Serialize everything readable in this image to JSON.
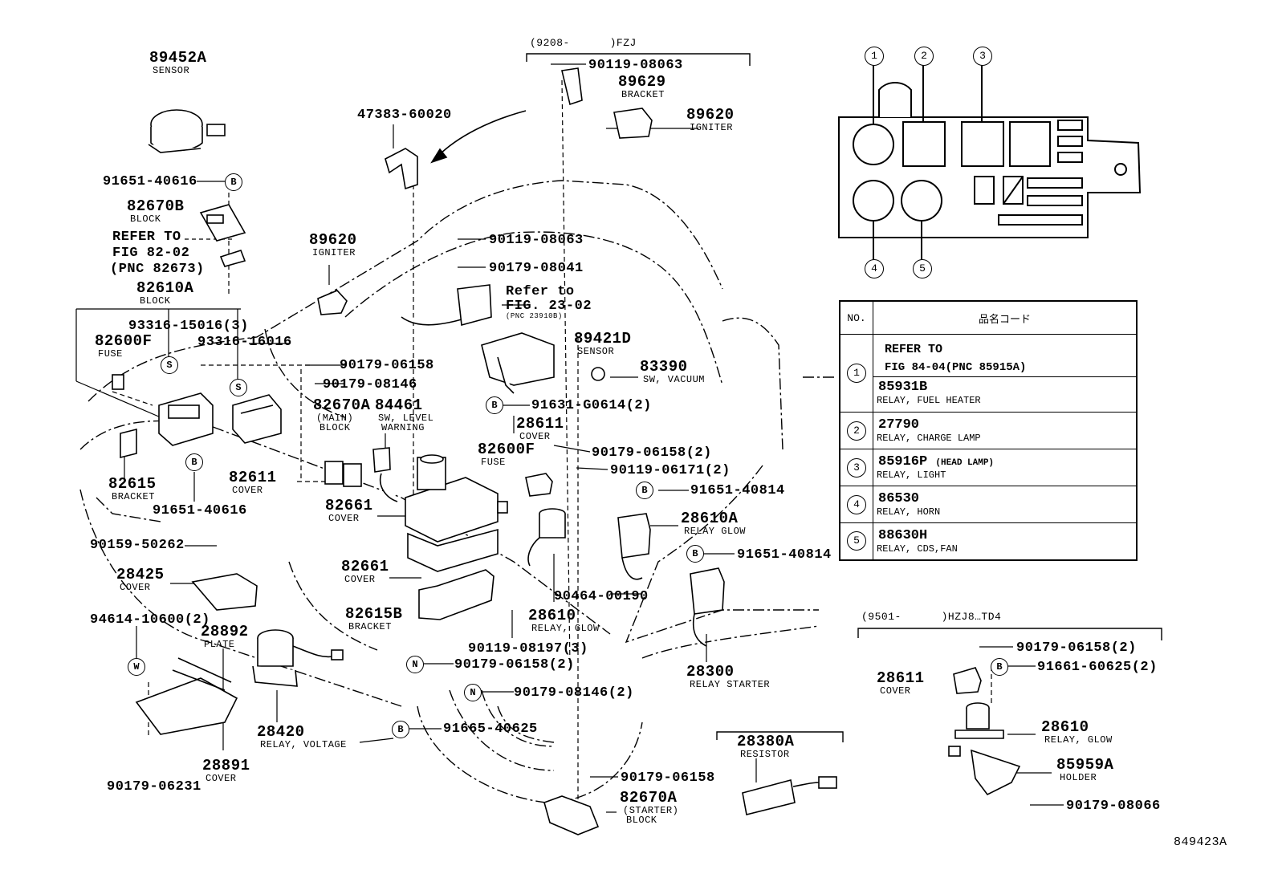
{
  "header": {
    "fzj_range": "(9208-      )FZJ",
    "hzj_range": "(9501-      )HZJ8…TD4"
  },
  "labels": [
    {
      "id": "p89452A",
      "text": "89452A",
      "sub": "SENSOR"
    },
    {
      "id": "p91651_40616a",
      "text": "91651-40616"
    },
    {
      "id": "p82670B",
      "text": "82670B",
      "sub": "BLOCK"
    },
    {
      "id": "refer1",
      "text": "REFER TO"
    },
    {
      "id": "refer2",
      "text": "FIG 82-02"
    },
    {
      "id": "refer3",
      "text": "(PNC 82673)"
    },
    {
      "id": "p82610A",
      "text": "82610A",
      "sub": "BLOCK"
    },
    {
      "id": "p93316_15016",
      "text": "93316-15016(3)"
    },
    {
      "id": "p93316_16016",
      "text": "93316-16016"
    },
    {
      "id": "p82600F_a",
      "text": "82600F",
      "sub": "FUSE"
    },
    {
      "id": "p82615",
      "text": "82615",
      "sub": "BRACKET"
    },
    {
      "id": "p82611a",
      "text": "82611",
      "sub": "COVER"
    },
    {
      "id": "p91651_40616b",
      "text": "91651-40616"
    },
    {
      "id": "p90159_50262",
      "text": "90159-50262"
    },
    {
      "id": "p28425",
      "text": "28425",
      "sub": "COVER"
    },
    {
      "id": "p94614_10600",
      "text": "94614-10600(2)"
    },
    {
      "id": "p28892",
      "text": "28892",
      "sub": "PLATE"
    },
    {
      "id": "p90179_06231",
      "text": "90179-06231"
    },
    {
      "id": "p28891",
      "text": "28891",
      "sub": "COVER"
    },
    {
      "id": "p28420",
      "text": "28420",
      "sub": "RELAY, VOLTAGE"
    },
    {
      "id": "p91665_40625",
      "text": "91665-40625"
    },
    {
      "id": "p90179_06158_2b",
      "text": "90179-06158(2)"
    },
    {
      "id": "p90179_08146_2",
      "text": "90179-08146(2)"
    },
    {
      "id": "p82615B",
      "text": "82615B",
      "sub": "BRACKET"
    },
    {
      "id": "p82661a",
      "text": "82661",
      "sub": "COVER"
    },
    {
      "id": "p82661b",
      "text": "82661",
      "sub": "COVER"
    },
    {
      "id": "p47383",
      "text": "47383-60020"
    },
    {
      "id": "p89620a",
      "text": "89620",
      "sub": "IGNITER"
    },
    {
      "id": "p90179_06158a",
      "text": "90179-06158"
    },
    {
      "id": "p90179_08146",
      "text": "90179-08146"
    },
    {
      "id": "p82670A",
      "text": "82670A",
      "sub": "(MAIN)",
      "sub2": "BLOCK"
    },
    {
      "id": "p84461",
      "text": "84461",
      "sub": "SW, LEVEL",
      "sub2": "WARNING"
    },
    {
      "id": "p90119_08063a",
      "text": "90119-08063"
    },
    {
      "id": "p89629",
      "text": "89629",
      "sub": "BRACKET"
    },
    {
      "id": "p89620b",
      "text": "89620",
      "sub": "IGNITER"
    },
    {
      "id": "p90119_08063b",
      "text": "90119-08063"
    },
    {
      "id": "p90179_08041",
      "text": "90179-08041"
    },
    {
      "id": "refto1",
      "text": "Refer to"
    },
    {
      "id": "refto2",
      "text": "FIG. 23-02"
    },
    {
      "id": "refto3",
      "text": "(PNC 23910B)"
    },
    {
      "id": "p89421D",
      "text": "89421D",
      "sub": "SENSOR"
    },
    {
      "id": "p83390",
      "text": "83390",
      "sub": "SW, VACUUM"
    },
    {
      "id": "p91631",
      "text": "91631-G0614(2)"
    },
    {
      "id": "p28611a",
      "text": "28611",
      "sub": "COVER"
    },
    {
      "id": "p90179_06158_2a",
      "text": "90179-06158(2)"
    },
    {
      "id": "p82600F_b",
      "text": "82600F",
      "sub": "FUSE"
    },
    {
      "id": "p90119_06171",
      "text": "90119-06171(2)"
    },
    {
      "id": "p91651_40814a",
      "text": "91651-40814"
    },
    {
      "id": "p28610A",
      "text": "28610A",
      "sub": "RELAY GLOW"
    },
    {
      "id": "p91651_40814b",
      "text": "91651-40814"
    },
    {
      "id": "p90464",
      "text": "90464-00190"
    },
    {
      "id": "p28610a",
      "text": "28610",
      "sub": "RELAY, GLOW"
    },
    {
      "id": "p90119_08197",
      "text": "90119-08197(3)"
    },
    {
      "id": "p28300",
      "text": "28300",
      "sub": "RELAY STARTER"
    },
    {
      "id": "p90179_06158c",
      "text": "90179-06158"
    },
    {
      "id": "p82670A_b",
      "text": "82670A",
      "sub": "(STARTER)",
      "sub2": "BLOCK"
    },
    {
      "id": "p28380A",
      "text": "28380A",
      "sub": "RESISTOR"
    },
    {
      "id": "p90179_06158_2c",
      "text": "90179-06158(2)"
    },
    {
      "id": "p91661",
      "text": "91661-60625(2)"
    },
    {
      "id": "p28611b",
      "text": "28611",
      "sub": "COVER"
    },
    {
      "id": "p28610b",
      "text": "28610",
      "sub": "RELAY, GLOW"
    },
    {
      "id": "p85959A",
      "text": "85959A",
      "sub": "HOLDER"
    },
    {
      "id": "p90179_08066",
      "text": "90179-08066"
    },
    {
      "id": "figno",
      "text": "849423A"
    }
  ],
  "bubbles": [
    "B",
    "S",
    "S",
    "B",
    "B",
    "B",
    "B",
    "N",
    "N",
    "W",
    "B",
    "B"
  ],
  "relay_box_numbers": [
    "1",
    "2",
    "3",
    "4",
    "5"
  ],
  "legend": {
    "col_no": "NO.",
    "col_code": "品名コード",
    "rows": [
      {
        "num": "1",
        "ref1": "REFER TO",
        "ref2": "FIG 84-04(PNC 85915A)",
        "part": "85931B",
        "name": "RELAY, FUEL HEATER"
      },
      {
        "num": "2",
        "part": "27790",
        "name": "RELAY, CHARGE LAMP"
      },
      {
        "num": "3",
        "part": "85916P",
        "note": "(HEAD LAMP)",
        "name": "RELAY, LIGHT"
      },
      {
        "num": "4",
        "part": "86530",
        "name": "RELAY, HORN"
      },
      {
        "num": "5",
        "part": "88630H",
        "name": "RELAY, CDS,FAN"
      }
    ]
  }
}
